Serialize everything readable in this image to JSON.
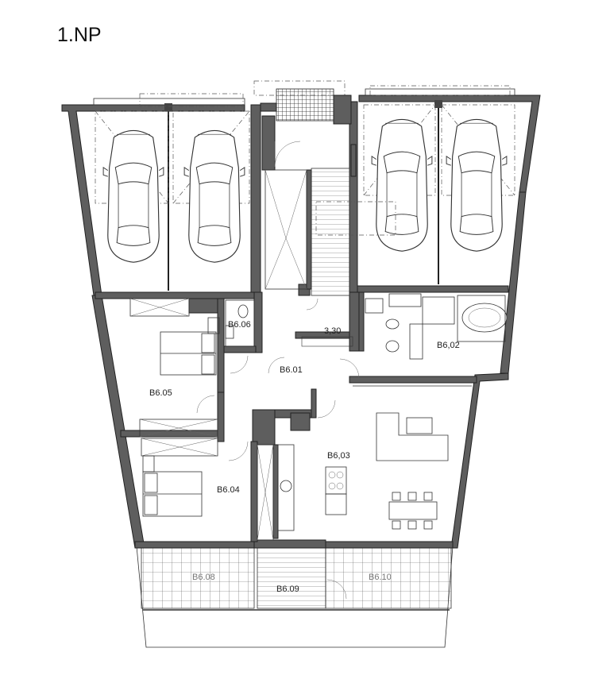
{
  "floor": {
    "title": "1.NP"
  },
  "rooms": [
    {
      "id": "B6.06",
      "label": "B6.06"
    },
    {
      "id": "B6.05",
      "label": "B6.05"
    },
    {
      "id": "B6.01",
      "label": "B6.01"
    },
    {
      "id": "B6.02",
      "label": "B6,02"
    },
    {
      "id": "B6.03",
      "label": "B6,03"
    },
    {
      "id": "B6.04",
      "label": "B6.04"
    },
    {
      "id": "B6.08",
      "label": "B6.08"
    },
    {
      "id": "B6.09",
      "label": "B6.09"
    },
    {
      "id": "B6.10",
      "label": "B6.10"
    }
  ],
  "stair": {
    "level_label": "3,30"
  }
}
